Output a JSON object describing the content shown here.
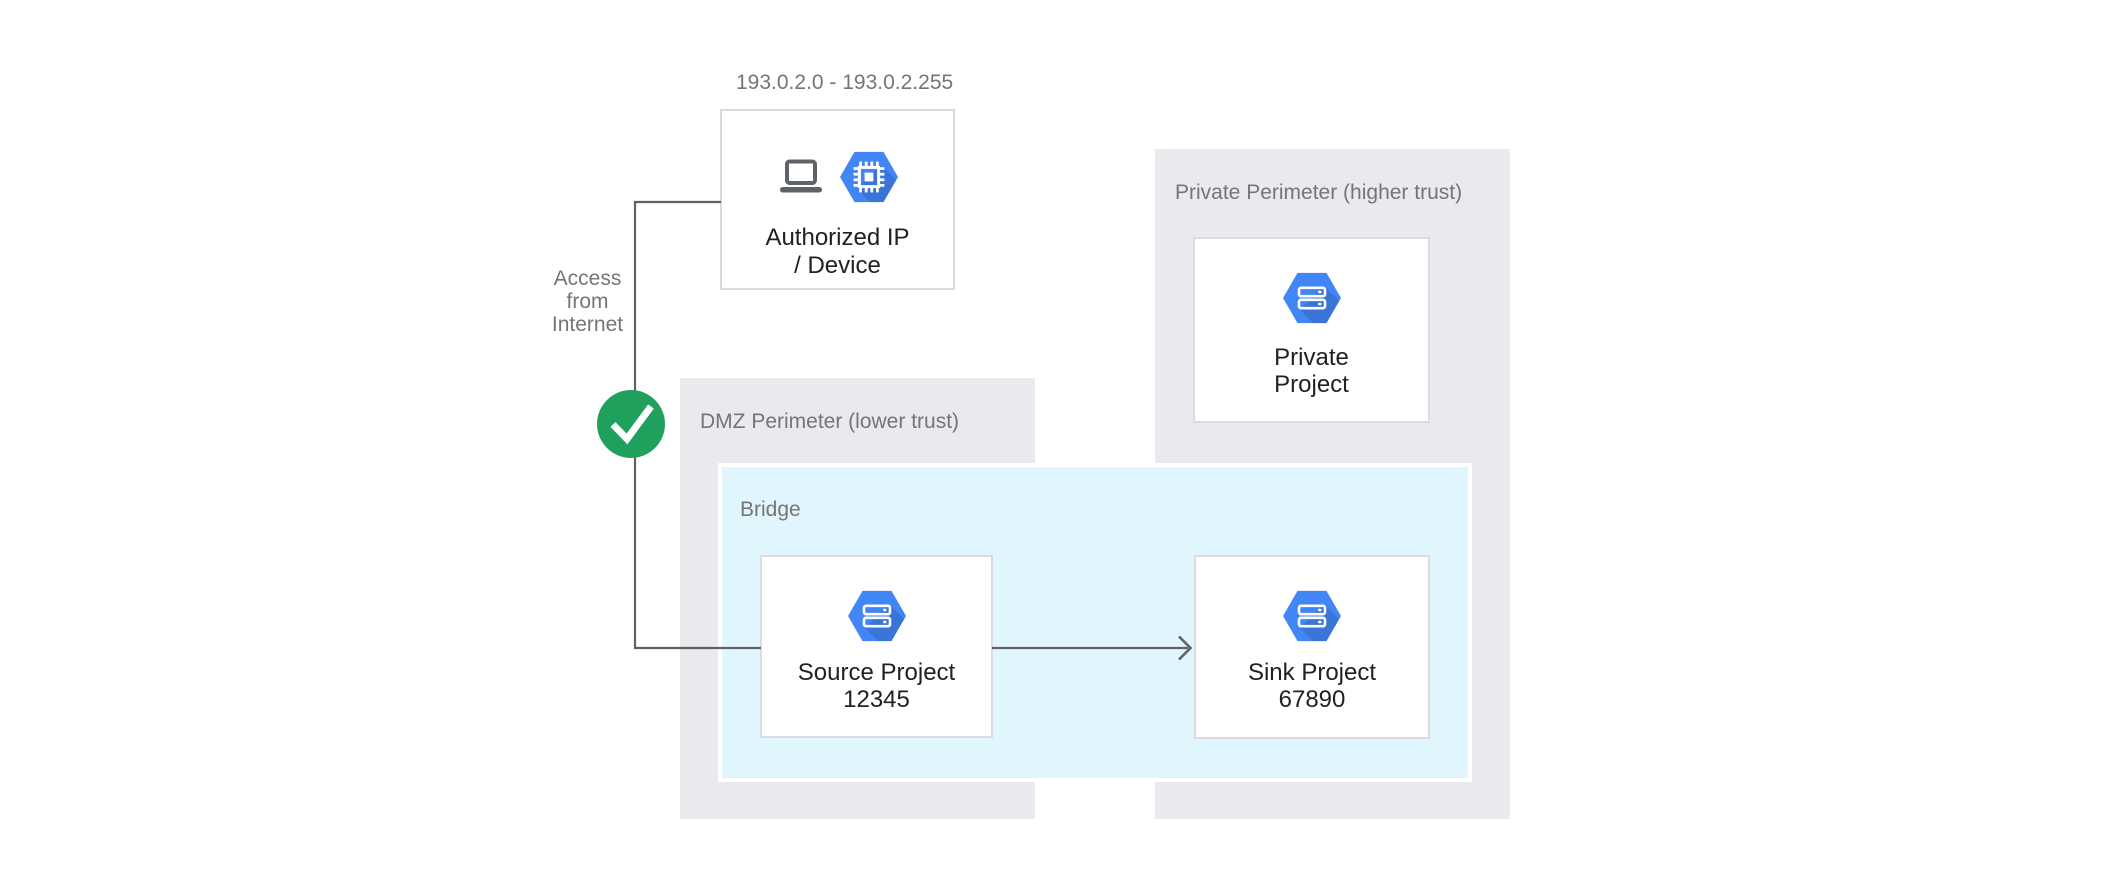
{
  "diagram": {
    "ip_range_label": "193.0.2.0 - 193.0.2.255",
    "access_label": "Access\nfrom\nInternet",
    "perimeters": {
      "dmz": {
        "label": "DMZ Perimeter (lower trust)"
      },
      "private": {
        "label": "Private Perimeter (higher trust)"
      }
    },
    "bridge": {
      "label": "Bridge"
    },
    "nodes": {
      "authorized": {
        "line1": "Authorized IP",
        "line2": "/ Device"
      },
      "source": {
        "line1": "Source Project",
        "line2": "12345"
      },
      "sink": {
        "line1": "Sink Project",
        "line2": "67890"
      },
      "private": {
        "line1": "Private",
        "line2": "Project"
      }
    },
    "icons": {
      "laptop": "laptop-icon",
      "compute_engine": "compute-engine-hexagon-icon",
      "project": "project-hexagon-icon",
      "check": "check-circle-icon",
      "arrow": "arrow-right-connector"
    },
    "colors": {
      "perimeter_fill": "#E8EAED",
      "bridge_fill": "#E1F5FE",
      "bridge_border": "#FFFFFF",
      "node_fill": "#FFFFFF",
      "node_border": "#DADCE0",
      "connector": "#616161",
      "label_gray": "#757575",
      "title_text": "#212121",
      "gcp_blue": "#4285F4",
      "check_green": "#1FA15D",
      "device_icon_gray": "#5F6368"
    }
  }
}
